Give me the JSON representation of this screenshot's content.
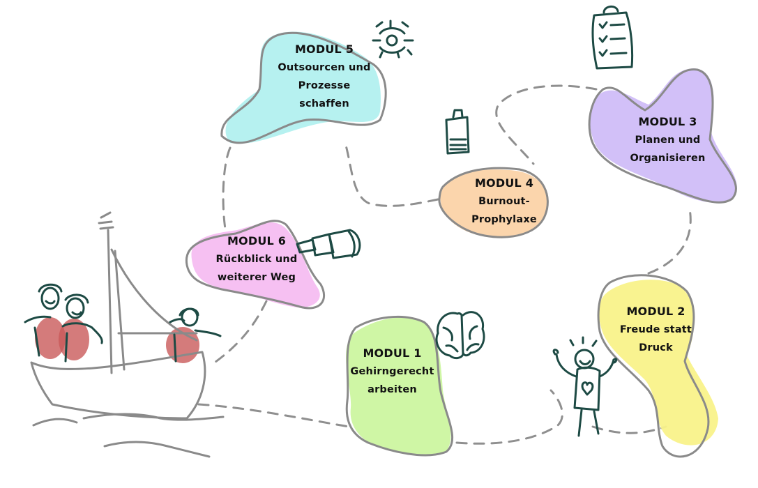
{
  "colors": {
    "ink": "#1d4a44",
    "outline": "#8a8a8a",
    "path": "#8f8f8f",
    "red": "#c95a5a"
  },
  "modules": [
    {
      "id": "modul-1",
      "title": "MODUL 1",
      "lines": [
        "Gehirngerecht",
        "arbeiten"
      ],
      "color": "#ccf5a0",
      "icon": "brain-icon"
    },
    {
      "id": "modul-2",
      "title": "MODUL 2",
      "lines": [
        "Freude statt",
        "Druck"
      ],
      "color": "#f9f28a",
      "icon": "happy-person-icon"
    },
    {
      "id": "modul-3",
      "title": "MODUL 3",
      "lines": [
        "Planen und",
        "Organisieren"
      ],
      "color": "#cdb9f7",
      "icon": "clipboard-checklist-icon"
    },
    {
      "id": "modul-4",
      "title": "MODUL 4",
      "lines": [
        "Burnout-",
        "Prophylaxe"
      ],
      "color": "#fbd3a8",
      "icon": "battery-low-icon"
    },
    {
      "id": "modul-5",
      "title": "MODUL 5",
      "lines": [
        "Outsourcen und",
        "Prozesse",
        "schaffen"
      ],
      "color": "#aef0ee",
      "icon": "gears-process-icon"
    },
    {
      "id": "modul-6",
      "title": "MODUL 6",
      "lines": [
        "Rückblick und",
        "weiterer Weg"
      ],
      "color": "#f5b9f1",
      "icon": "telescope-icon"
    }
  ]
}
